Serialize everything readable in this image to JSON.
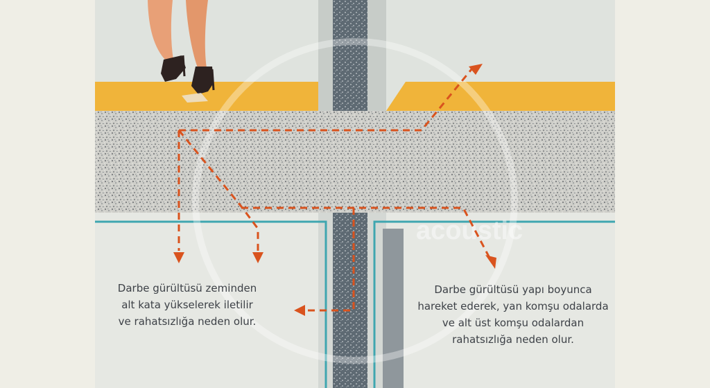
{
  "captions": {
    "left": [
      "Darbe gürültüsü zeminden",
      "alt kata yükselerek iletilir",
      "ve rahatsızlığa neden olur."
    ],
    "right": [
      "Darbe gürültüsü yapı boyunca",
      "hareket ederek, yan komşu odalarda",
      "ve alt üst komşu odalardan",
      "rahatsızlığa neden olur."
    ]
  },
  "watermark": {
    "text": "acoustic"
  },
  "colors": {
    "background": "#efeee6",
    "room": "#dfe3de",
    "floor_finish": "#f0b43a",
    "concrete": "#c9c9c4",
    "wall_core": "#5a6670",
    "ceiling_line": "#3fa6b0",
    "sound_path": "#d9531e",
    "caption_text": "#3d4147"
  },
  "icons": {
    "walker": "woman-in-high-heels-legs-icon",
    "arrowheads": "arrow-head-icon"
  }
}
